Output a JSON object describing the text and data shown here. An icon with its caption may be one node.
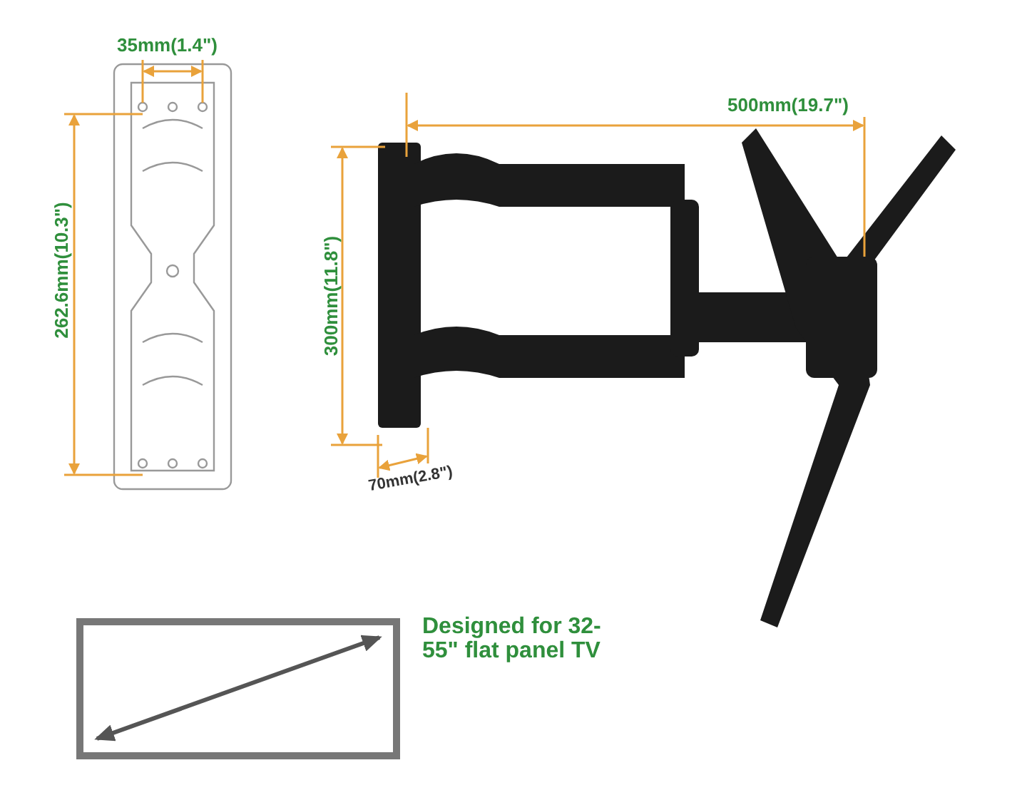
{
  "diagram": {
    "labels": [
      "35mm(1.4\")",
      "500mm(19.7\")",
      "262.6mm(10.3\")",
      "300mm(11.8\")",
      "70mm(2.8\")",
      "Designed for 32-55\" flat panel TV"
    ]
  }
}
